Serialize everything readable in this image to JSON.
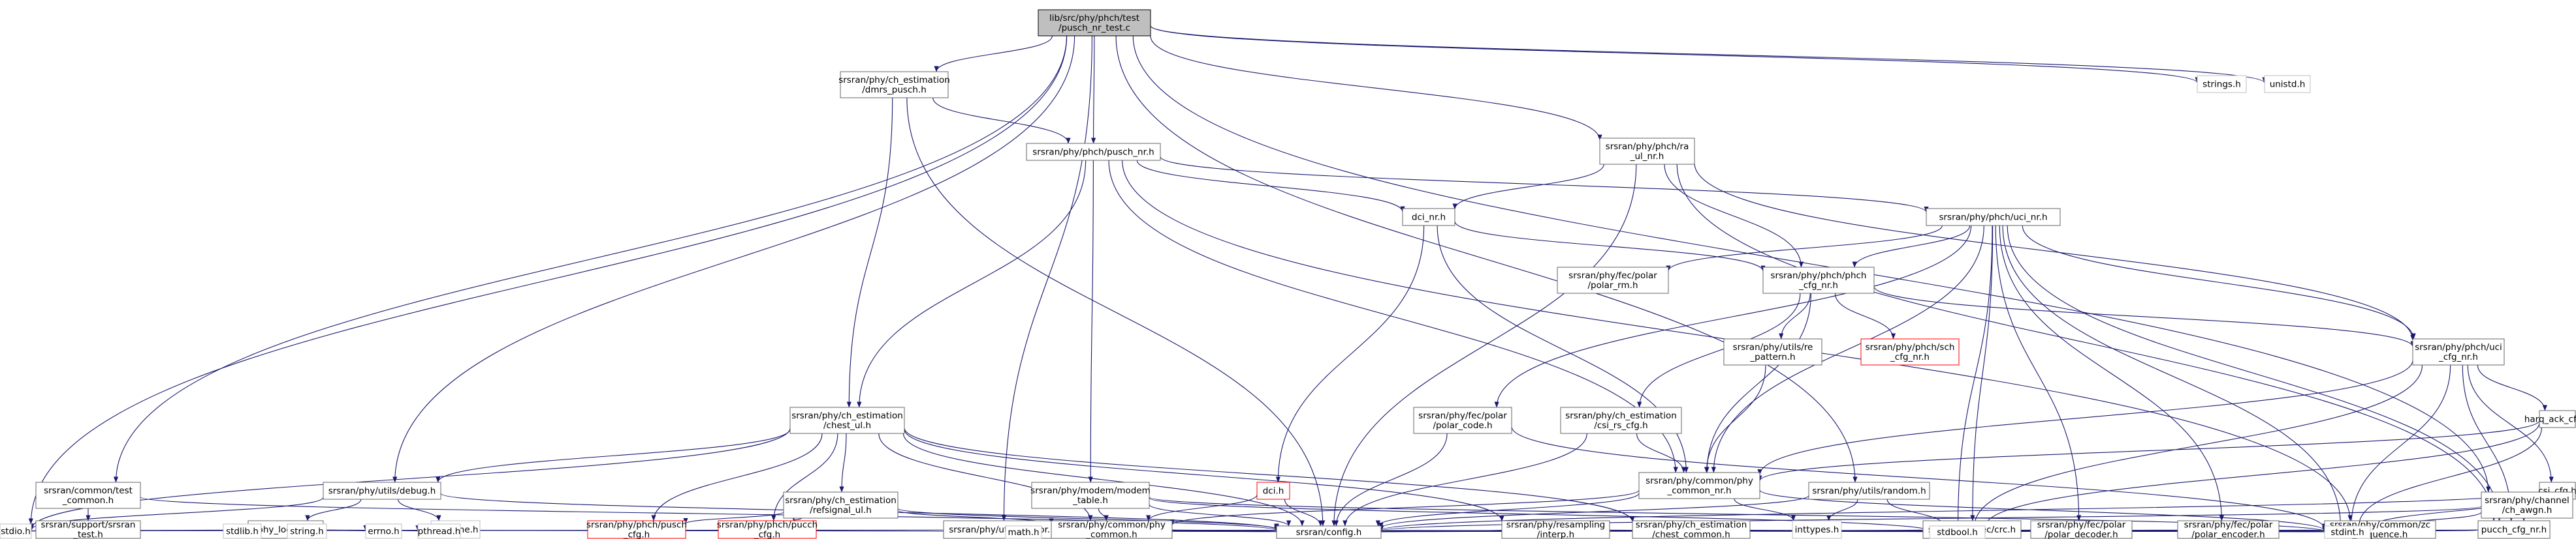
{
  "colors": {
    "edge": "#191970",
    "box": "#666666",
    "rootFill": "#bfbfbf",
    "redBox": "#ff0000",
    "grayBox": "#bfbfbf"
  },
  "nodes": {
    "pusch_nr_test_c": {
      "lines": [
        "lib/src/phy/phch/test",
        "/pusch_nr_test.c"
      ],
      "style": "root"
    },
    "dmrs_pusch_h": {
      "lines": [
        "srsran/phy/ch_estimation",
        "/dmrs_pusch.h"
      ]
    },
    "pusch_nr_h": {
      "lines": [
        "srsran/phy/phch/pusch_nr.h"
      ]
    },
    "ra_ul_nr_h": {
      "lines": [
        "srsran/phy/phch/ra",
        "_ul_nr.h"
      ]
    },
    "strings_h": {
      "lines": [
        "strings.h"
      ],
      "style": "gray"
    },
    "unistd_h": {
      "lines": [
        "unistd.h"
      ],
      "style": "gray"
    },
    "dci_nr_h": {
      "lines": [
        "dci_nr.h"
      ]
    },
    "uci_nr_h": {
      "lines": [
        "srsran/phy/phch/uci_nr.h"
      ]
    },
    "polar_rm_h": {
      "lines": [
        "srsran/phy/fec/polar",
        "/polar_rm.h"
      ]
    },
    "phch_cfg_nr_h": {
      "lines": [
        "srsran/phy/phch/phch",
        "_cfg_nr.h"
      ]
    },
    "re_pattern_h": {
      "lines": [
        "srsran/phy/utils/re",
        "_pattern.h"
      ]
    },
    "sch_cfg_nr_h": {
      "lines": [
        "srsran/phy/phch/sch",
        "_cfg_nr.h"
      ],
      "style": "red"
    },
    "uci_cfg_nr_h": {
      "lines": [
        "srsran/phy/phch/uci",
        "_cfg_nr.h"
      ]
    },
    "polar_code_h": {
      "lines": [
        "srsran/phy/fec/polar",
        "/polar_code.h"
      ]
    },
    "csi_rs_cfg_h": {
      "lines": [
        "srsran/phy/ch_estimation",
        "/csi_rs_cfg.h"
      ]
    },
    "harq_ack_cfg_h": {
      "lines": [
        "harq_ack_cfg.h"
      ]
    },
    "chest_ul_h": {
      "lines": [
        "srsran/phy/ch_estimation",
        "/chest_ul.h"
      ]
    },
    "test_common_h": {
      "lines": [
        "srsran/common/test",
        "_common.h"
      ]
    },
    "debug_h": {
      "lines": [
        "srsran/phy/utils/debug.h"
      ]
    },
    "refsignal_ul_h": {
      "lines": [
        "srsran/phy/ch_estimation",
        "/refsignal_ul.h"
      ]
    },
    "modem_table_h": {
      "lines": [
        "srsran/phy/modem/modem",
        "_table.h"
      ]
    },
    "dci_h": {
      "lines": [
        "dci.h"
      ],
      "style": "red"
    },
    "phy_common_nr_h": {
      "lines": [
        "srsran/phy/common/phy",
        "_common_nr.h"
      ]
    },
    "random_h": {
      "lines": [
        "srsran/phy/utils/random.h"
      ]
    },
    "csi_cfg_h": {
      "lines": [
        "csi_cfg.h"
      ]
    },
    "srsran_test_h": {
      "lines": [
        "srsran/support/srsran",
        "_test.h"
      ]
    },
    "phy_logger_h": {
      "lines": [
        "phy_logger.h"
      ]
    },
    "sys_time_h": {
      "lines": [
        "sys/time.h"
      ],
      "style": "gray"
    },
    "pusch_cfg_h_a": {
      "lines": [
        "srsran/phy/phch/pusch",
        "_cfg.h"
      ],
      "style": "red"
    },
    "pusch_cfg_h_b": {
      "lines": [
        "srsran/phy/phch/pucch",
        "_cfg.h"
      ],
      "style": "red"
    },
    "vector_h": {
      "lines": [
        "srsran/phy/utils/vector.h"
      ]
    },
    "phy_common_h": {
      "lines": [
        "srsran/phy/common/phy",
        "_common.h"
      ]
    },
    "interp_h": {
      "lines": [
        "srsran/phy/resampling",
        "/interp.h"
      ]
    },
    "chest_common_h": {
      "lines": [
        "srsran/phy/ch_estimation",
        "/chest_common.h"
      ]
    },
    "inttypes_h": {
      "lines": [
        "inttypes.h"
      ],
      "style": "gray"
    },
    "crc_h": {
      "lines": [
        "srsran/phy/fec/crc.h"
      ]
    },
    "polar_decoder_h": {
      "lines": [
        "srsran/phy/fec/polar",
        "/polar_decoder.h"
      ]
    },
    "polar_encoder_h": {
      "lines": [
        "srsran/phy/fec/polar",
        "/polar_encoder.h"
      ]
    },
    "zc_sequence_h": {
      "lines": [
        "srsran/phy/common/zc",
        "_sequence.h"
      ]
    },
    "pucch_cfg_nr_h": {
      "lines": [
        "pucch_cfg_nr.h"
      ]
    },
    "ch_awgn_h": {
      "lines": [
        "srsran/phy/channel",
        "/ch_awgn.h"
      ]
    },
    "stdio_h": {
      "lines": [
        "stdio.h"
      ],
      "style": "gray"
    },
    "stdlib_h": {
      "lines": [
        "stdlib.h"
      ],
      "style": "gray"
    },
    "string_h": {
      "lines": [
        "string.h"
      ],
      "style": "gray"
    },
    "errno_h": {
      "lines": [
        "errno.h"
      ],
      "style": "gray"
    },
    "pthread_h": {
      "lines": [
        "pthread.h"
      ],
      "style": "gray"
    },
    "math_h": {
      "lines": [
        "math.h"
      ],
      "style": "gray"
    },
    "config_h": {
      "lines": [
        "srsran/config.h"
      ]
    },
    "stdbool_h": {
      "lines": [
        "stdbool.h"
      ],
      "style": "gray"
    },
    "stdint_h": {
      "lines": [
        "stdint.h"
      ],
      "style": "gray"
    }
  },
  "edges": [
    [
      "pusch_nr_test_c",
      "dmrs_pusch_h"
    ],
    [
      "pusch_nr_test_c",
      "pusch_nr_h"
    ],
    [
      "pusch_nr_test_c",
      "ra_ul_nr_h"
    ],
    [
      "pusch_nr_test_c",
      "strings_h"
    ],
    [
      "pusch_nr_test_c",
      "unistd_h"
    ],
    [
      "pusch_nr_test_c",
      "test_common_h"
    ],
    [
      "pusch_nr_test_c",
      "debug_h"
    ],
    [
      "pusch_nr_test_c",
      "vector_h"
    ],
    [
      "pusch_nr_test_c",
      "random_h"
    ],
    [
      "pusch_nr_test_c",
      "ch_awgn_h"
    ],
    [
      "pusch_nr_test_c",
      "stdio_h"
    ],
    [
      "dmrs_pusch_h",
      "pusch_nr_h"
    ],
    [
      "dmrs_pusch_h",
      "chest_ul_h"
    ],
    [
      "dmrs_pusch_h",
      "config_h"
    ],
    [
      "pusch_nr_h",
      "dci_nr_h"
    ],
    [
      "pusch_nr_h",
      "uci_nr_h"
    ],
    [
      "pusch_nr_h",
      "chest_ul_h"
    ],
    [
      "pusch_nr_h",
      "modem_table_h"
    ],
    [
      "pusch_nr_h",
      "phy_common_nr_h"
    ],
    [
      "pusch_nr_h",
      "zc_sequence_h"
    ],
    [
      "ra_ul_nr_h",
      "dci_nr_h"
    ],
    [
      "ra_ul_nr_h",
      "phch_cfg_nr_h"
    ],
    [
      "ra_ul_nr_h",
      "uci_cfg_nr_h"
    ],
    [
      "ra_ul_nr_h",
      "pucch_cfg_nr_h"
    ],
    [
      "ra_ul_nr_h",
      "config_h"
    ],
    [
      "dci_nr_h",
      "phch_cfg_nr_h"
    ],
    [
      "dci_nr_h",
      "dci_h"
    ],
    [
      "dci_nr_h",
      "phy_common_nr_h"
    ],
    [
      "uci_nr_h",
      "polar_rm_h"
    ],
    [
      "uci_nr_h",
      "phch_cfg_nr_h"
    ],
    [
      "uci_nr_h",
      "uci_cfg_nr_h"
    ],
    [
      "uci_nr_h",
      "polar_code_h"
    ],
    [
      "uci_nr_h",
      "crc_h"
    ],
    [
      "uci_nr_h",
      "polar_decoder_h"
    ],
    [
      "uci_nr_h",
      "polar_encoder_h"
    ],
    [
      "uci_nr_h",
      "pucch_cfg_nr_h"
    ],
    [
      "uci_nr_h",
      "phy_common_nr_h"
    ],
    [
      "uci_nr_h",
      "stdbool_h"
    ],
    [
      "uci_nr_h",
      "stdint_h"
    ],
    [
      "phch_cfg_nr_h",
      "re_pattern_h"
    ],
    [
      "phch_cfg_nr_h",
      "sch_cfg_nr_h"
    ],
    [
      "phch_cfg_nr_h",
      "uci_cfg_nr_h"
    ],
    [
      "phch_cfg_nr_h",
      "csi_rs_cfg_h"
    ],
    [
      "phch_cfg_nr_h",
      "phy_common_nr_h"
    ],
    [
      "re_pattern_h",
      "phy_common_nr_h"
    ],
    [
      "uci_cfg_nr_h",
      "harq_ack_cfg_h"
    ],
    [
      "uci_cfg_nr_h",
      "csi_cfg_h"
    ],
    [
      "uci_cfg_nr_h",
      "pucch_cfg_nr_h"
    ],
    [
      "uci_cfg_nr_h",
      "phy_common_nr_h"
    ],
    [
      "uci_cfg_nr_h",
      "stdbool_h"
    ],
    [
      "uci_cfg_nr_h",
      "stdint_h"
    ],
    [
      "polar_code_h",
      "config_h"
    ],
    [
      "polar_code_h",
      "stdint_h"
    ],
    [
      "csi_rs_cfg_h",
      "phy_common_nr_h"
    ],
    [
      "csi_rs_cfg_h",
      "config_h"
    ],
    [
      "harq_ack_cfg_h",
      "phy_common_nr_h"
    ],
    [
      "harq_ack_cfg_h",
      "stdbool_h"
    ],
    [
      "harq_ack_cfg_h",
      "stdint_h"
    ],
    [
      "chest_ul_h",
      "debug_h"
    ],
    [
      "chest_ul_h",
      "refsignal_ul_h"
    ],
    [
      "chest_ul_h",
      "pusch_cfg_h_a"
    ],
    [
      "chest_ul_h",
      "pusch_cfg_h_b"
    ],
    [
      "chest_ul_h",
      "phy_common_h"
    ],
    [
      "chest_ul_h",
      "interp_h"
    ],
    [
      "chest_ul_h",
      "chest_common_h"
    ],
    [
      "chest_ul_h",
      "config_h"
    ],
    [
      "chest_ul_h",
      "stdio_h"
    ],
    [
      "test_common_h",
      "srsran_test_h"
    ],
    [
      "test_common_h",
      "config_h"
    ],
    [
      "debug_h",
      "phy_logger_h"
    ],
    [
      "debug_h",
      "sys_time_h"
    ],
    [
      "debug_h",
      "config_h"
    ],
    [
      "debug_h",
      "stdio_h"
    ],
    [
      "refsignal_ul_h",
      "pusch_cfg_h_a"
    ],
    [
      "refsignal_ul_h",
      "pusch_cfg_h_b"
    ],
    [
      "refsignal_ul_h",
      "phy_common_h"
    ],
    [
      "refsignal_ul_h",
      "config_h"
    ],
    [
      "modem_table_h",
      "phy_common_h"
    ],
    [
      "modem_table_h",
      "config_h"
    ],
    [
      "modem_table_h",
      "stdbool_h"
    ],
    [
      "modem_table_h",
      "stdint_h"
    ],
    [
      "dci_h",
      "phy_common_h"
    ],
    [
      "dci_h",
      "config_h"
    ],
    [
      "phy_common_nr_h",
      "phy_common_h"
    ],
    [
      "phy_common_nr_h",
      "inttypes_h"
    ],
    [
      "phy_common_nr_h",
      "config_h"
    ],
    [
      "phy_common_nr_h",
      "stdint_h"
    ],
    [
      "random_h",
      "inttypes_h"
    ],
    [
      "random_h",
      "config_h"
    ],
    [
      "random_h",
      "stdbool_h"
    ],
    [
      "csi_cfg_h",
      "pucch_cfg_nr_h"
    ],
    [
      "csi_cfg_h",
      "stdint_h"
    ],
    [
      "csi_cfg_h",
      "config_h"
    ],
    [
      "srsran_test_h",
      "stdio_h"
    ],
    [
      "phy_logger_h",
      "stdio_h"
    ],
    [
      "phy_logger_h",
      "stdlib_h"
    ],
    [
      "phy_logger_h",
      "string_h"
    ],
    [
      "phy_logger_h",
      "errno_h"
    ],
    [
      "phy_logger_h",
      "pthread_h"
    ],
    [
      "phy_logger_h",
      "config_h"
    ],
    [
      "vector_h",
      "math_h"
    ],
    [
      "vector_h",
      "config_h"
    ],
    [
      "vector_h",
      "stdio_h"
    ],
    [
      "vector_h",
      "stdint_h"
    ],
    [
      "phy_common_h",
      "math_h"
    ],
    [
      "phy_common_h",
      "config_h"
    ],
    [
      "phy_common_h",
      "stdbool_h"
    ],
    [
      "phy_common_h",
      "stdint_h"
    ],
    [
      "interp_h",
      "config_h"
    ],
    [
      "interp_h",
      "stdint_h"
    ],
    [
      "chest_common_h",
      "config_h"
    ],
    [
      "chest_common_h",
      "stdint_h"
    ],
    [
      "crc_h",
      "config_h"
    ],
    [
      "crc_h",
      "stdint_h"
    ],
    [
      "polar_decoder_h",
      "config_h"
    ],
    [
      "polar_decoder_h",
      "stdbool_h"
    ],
    [
      "polar_decoder_h",
      "stdint_h"
    ],
    [
      "polar_encoder_h",
      "config_h"
    ],
    [
      "polar_encoder_h",
      "stdint_h"
    ],
    [
      "zc_sequence_h",
      "config_h"
    ],
    [
      "zc_sequence_h",
      "stdbool_h"
    ],
    [
      "zc_sequence_h",
      "stdint_h"
    ],
    [
      "pucch_cfg_nr_h",
      "config_h"
    ],
    [
      "pucch_cfg_nr_h",
      "stdbool_h"
    ],
    [
      "pucch_cfg_nr_h",
      "stdint_h"
    ],
    [
      "ch_awgn_h",
      "config_h"
    ],
    [
      "ch_awgn_h",
      "stdint_h"
    ]
  ]
}
